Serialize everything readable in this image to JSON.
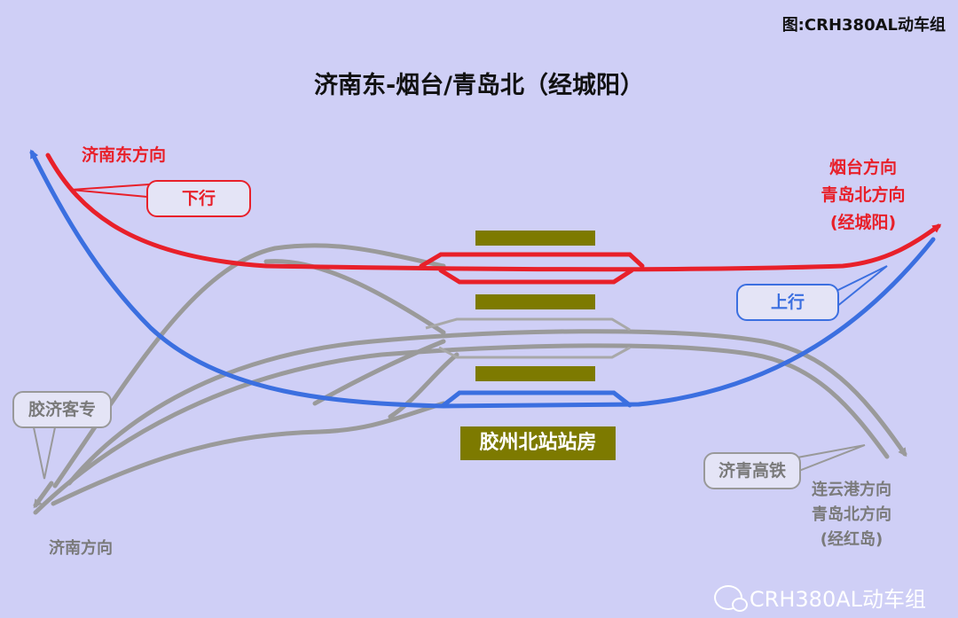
{
  "credit": "图:CRH380AL动车组",
  "title": "济南东-烟台/青岛北（经城阳）",
  "labels": {
    "jinan_east_dir": "济南东方向",
    "yantai_lines": [
      "烟台方向",
      "青岛北方向",
      "(经城阳)"
    ],
    "jinan_dir": "济南方向",
    "lianyungang_lines": [
      "连云港方向",
      "青岛北方向",
      "(经红岛)"
    ]
  },
  "callouts": {
    "down": "下行",
    "up": "上行",
    "jiaoji": "胶济客专",
    "jiqing": "济青高铁"
  },
  "station": "胶州北站站房",
  "watermark": "CRH380AL动车组",
  "colors": {
    "background": "#cfcff6",
    "down_line": "#e8202a",
    "up_line": "#3b6fe0",
    "other_line": "#9a9a9a",
    "platform": "#7d7a00"
  }
}
